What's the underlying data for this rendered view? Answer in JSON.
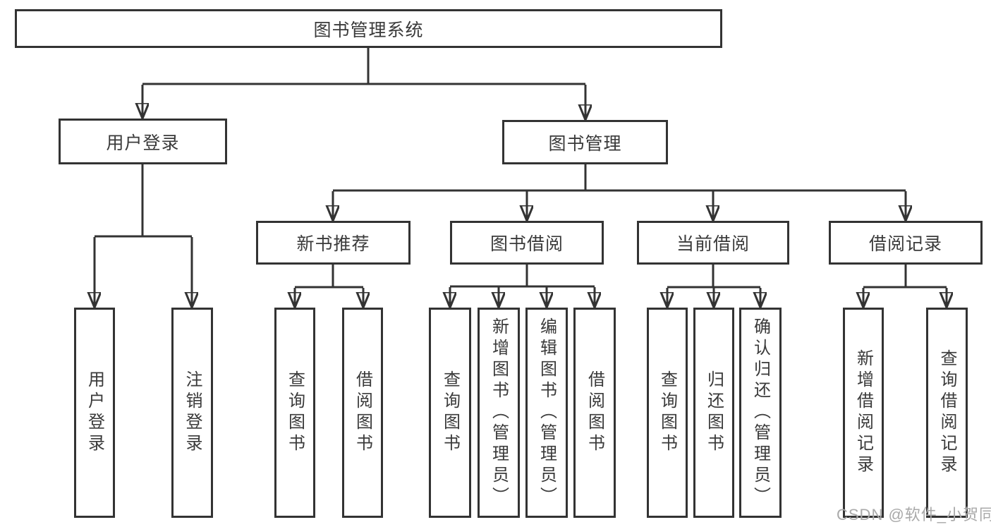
{
  "diagram": {
    "root": "图书管理系统",
    "children": [
      {
        "label": "用户登录",
        "children": [
          "用户登录",
          "注销登录"
        ]
      },
      {
        "label": "图书管理",
        "children": [
          {
            "label": "新书推荐",
            "children": [
              "查询图书",
              "借阅图书"
            ]
          },
          {
            "label": "图书借阅",
            "children": [
              "查询图书",
              "新增图书（管理员）",
              "编辑图书（管理员）",
              "借阅图书"
            ]
          },
          {
            "label": "当前借阅",
            "children": [
              "查询图书",
              "归还图书",
              "确认归还（管理员）"
            ]
          },
          {
            "label": "借阅记录",
            "children": [
              "新增借阅记录",
              "查询借阅记录"
            ]
          }
        ]
      }
    ]
  },
  "watermark": "CSDN @软件_小贺同学",
  "colors": {
    "line": "#333333",
    "text": "#3a3a3a",
    "box_background": "#ffffff",
    "watermark": "#a9a9a9"
  }
}
